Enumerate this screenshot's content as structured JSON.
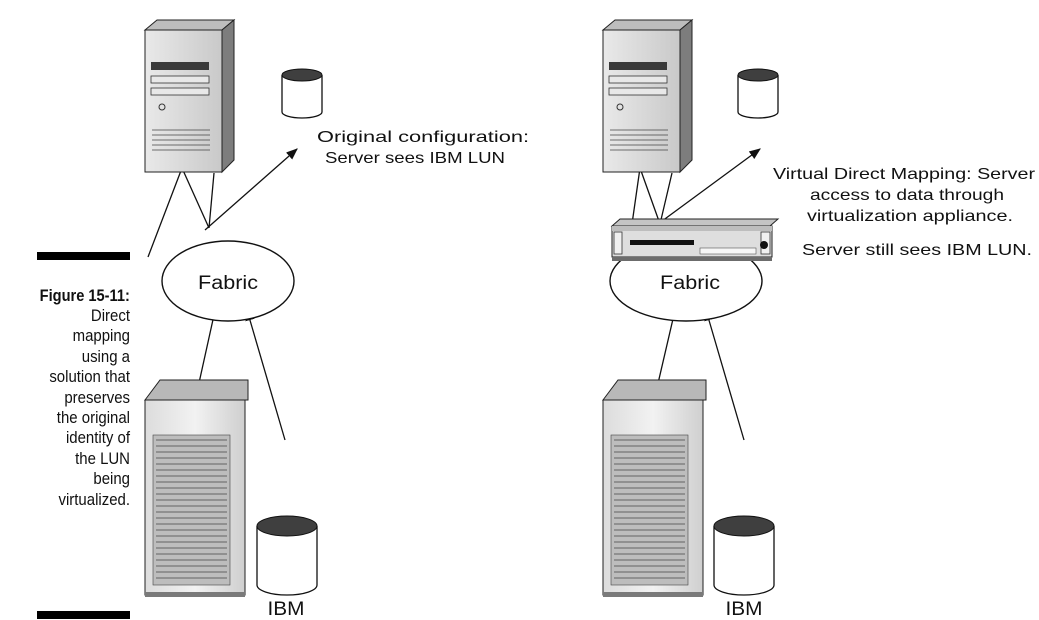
{
  "caption": {
    "title": "Figure 15-11:",
    "body": "Direct\nmapping\nusing a\nsolution that\npreserves\nthe original\nidentity of\nthe LUN\nbeing\nvirtualized."
  },
  "left_panel": {
    "fabric_label": "Fabric",
    "note_line1": "Original configuration:",
    "note_line2": "Server sees IBM LUN",
    "storage_label": "IBM"
  },
  "right_panel": {
    "fabric_label": "Fabric",
    "note_line1": "Virtual Direct Mapping: Server",
    "note_line2": "access to data through",
    "note_line3": "virtualization appliance.",
    "note_line4": "Server still sees IBM LUN.",
    "storage_label": "IBM"
  }
}
